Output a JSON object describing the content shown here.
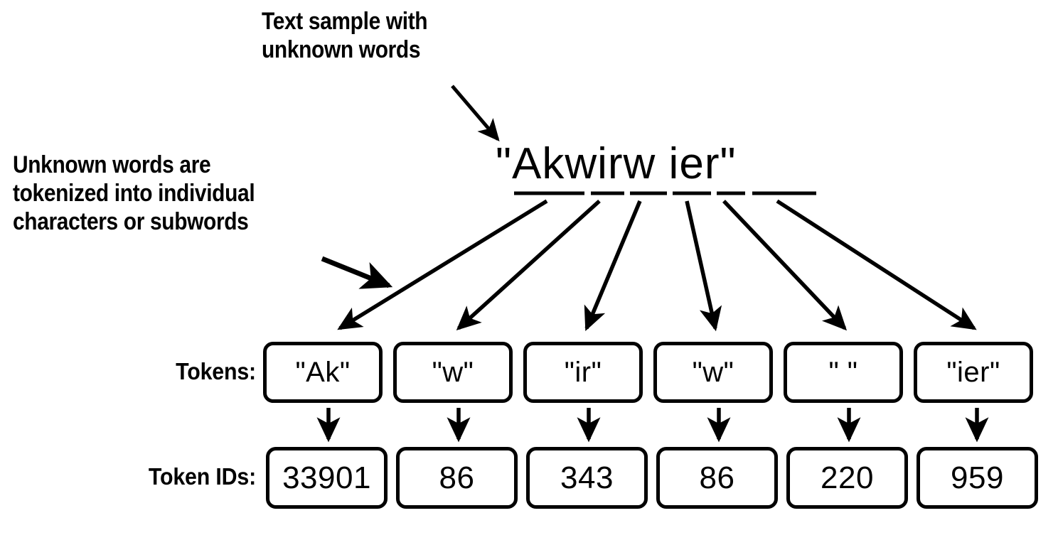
{
  "diagram": {
    "title": "Tokenization of unknown words into subword tokens and token IDs",
    "background_color": "#ffffff",
    "ink_color": "#000000"
  },
  "annotations": {
    "text_sample_note": "Text sample with\nunknown words",
    "unknown_words_note": "Unknown words are\ntokenized into individual\ncharacters or subwords"
  },
  "text_sample": {
    "display": "\"Akwirw ier\"",
    "raw": "Akwirw ier",
    "segments": [
      "Ak",
      "w",
      "ir",
      "w",
      " ",
      "ier"
    ]
  },
  "rows": {
    "tokens_label": "Tokens:",
    "token_ids_label": "Token IDs:"
  },
  "tokens": [
    {
      "display": "\"Ak\"",
      "value": "Ak",
      "id": "33901"
    },
    {
      "display": "\"w\"",
      "value": "w",
      "id": "86"
    },
    {
      "display": "\"ir\"",
      "value": "ir",
      "id": "343"
    },
    {
      "display": "\"w\"",
      "value": "w",
      "id": "86"
    },
    {
      "display": "\" \"",
      "value": " ",
      "id": "220"
    },
    {
      "display": "\"ier\"",
      "value": "ier",
      "id": "959"
    }
  ]
}
